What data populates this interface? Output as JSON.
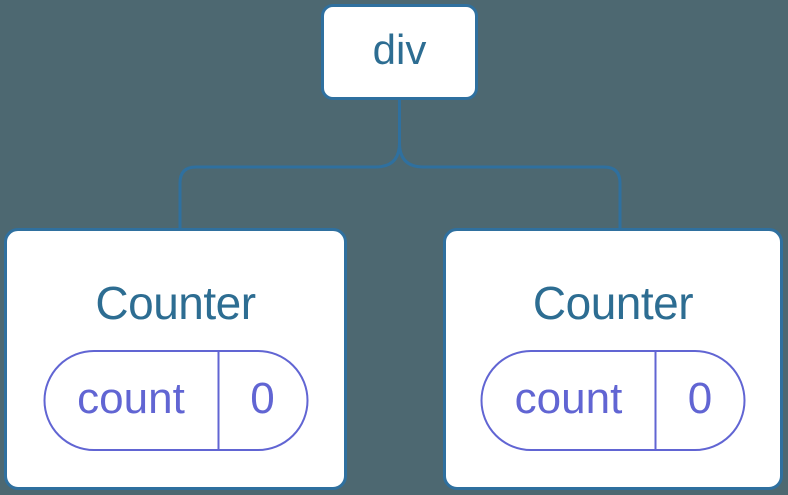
{
  "diagram": {
    "type": "component-tree",
    "root": {
      "label": "div"
    },
    "children": [
      {
        "title": "Counter",
        "state": {
          "key": "count",
          "value": "0"
        }
      },
      {
        "title": "Counter",
        "state": {
          "key": "count",
          "value": "0"
        }
      }
    ]
  },
  "colors": {
    "background": "#4D6871",
    "node_fill": "#FFFFFF",
    "node_border_blue": "#2F709F",
    "connector_blue": "#2F709F",
    "title_text_blue": "#2D6D92",
    "state_purple": "#6165D3"
  }
}
